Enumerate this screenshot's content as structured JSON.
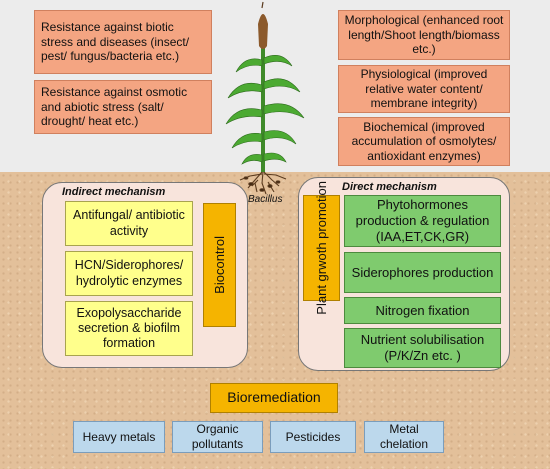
{
  "effects": {
    "biotic_stress": "Resistance against biotic stress and diseases (insect/ pest/ fungus/bacteria etc.)",
    "abiotic_stress": "Resistance against osmotic and abiotic stress (salt/ drought/ heat etc.)",
    "morphological": "Morphological (enhanced root length/Shoot length/biomass etc.)",
    "physiological": "Physiological (improved relative water content/ membrane integrity)",
    "biochemical": "Biochemical (improved accumulation of osmolytes/ antioxidant enzymes)"
  },
  "bacillus_label": "Bacillus",
  "indirect": {
    "title": "Indirect mechanism",
    "items": [
      "Antifungal/ antibiotic activity",
      "HCN/Siderophores/ hydrolytic enzymes",
      "Exopolysaccharide secretion & biofilm formation"
    ],
    "category": "Biocontrol"
  },
  "direct": {
    "title": "Direct mechanism",
    "category": "Plant grwoth promotion",
    "items": [
      "Phytohormones production & regulation (IAA,ET,CK,GR)",
      "Siderophores production",
      "Nitrogen fixation",
      "Nutrient solubilisation (P/K/Zn etc. )"
    ]
  },
  "bioremediation": {
    "title": "Bioremediation",
    "items": [
      "Heavy metals",
      "Organic pollutants",
      "Pesticides",
      "Metal chelation"
    ]
  },
  "colors": {
    "effect_box": "#f4a582",
    "indirect_item": "#ffff8c",
    "direct_item": "#7fcb6e",
    "category": "#f5b400",
    "bioremediation_item": "#bcd8ec",
    "panel": "#f8e4dc",
    "soil": "#e3c09a",
    "sky": "#ececec"
  }
}
